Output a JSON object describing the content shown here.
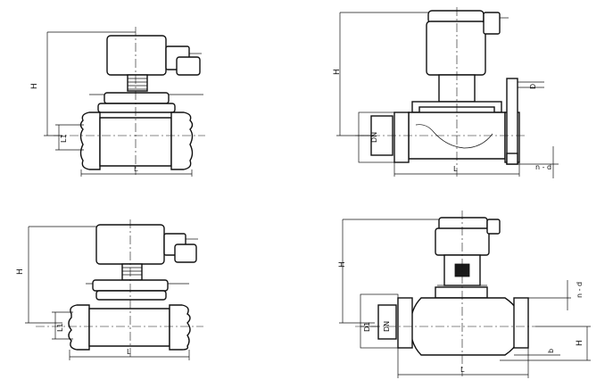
{
  "drawings": {
    "top_left": {
      "height_label": "H",
      "length_label": "L",
      "port_label": "L1"
    },
    "top_right": {
      "height_label": "H",
      "length_label": "L",
      "port_label": "DN",
      "flange_label": "D",
      "bolt_label": "n - d"
    },
    "bottom_left": {
      "height_label": "H",
      "length_label": "L",
      "port_label": "L1"
    },
    "bottom_right": {
      "height_label": "H",
      "length_label": "L",
      "total_height_label": "H",
      "port_label": "DN",
      "flange_label": "D1",
      "bolt_label": "n - d",
      "flange_thk_label": "b"
    }
  }
}
